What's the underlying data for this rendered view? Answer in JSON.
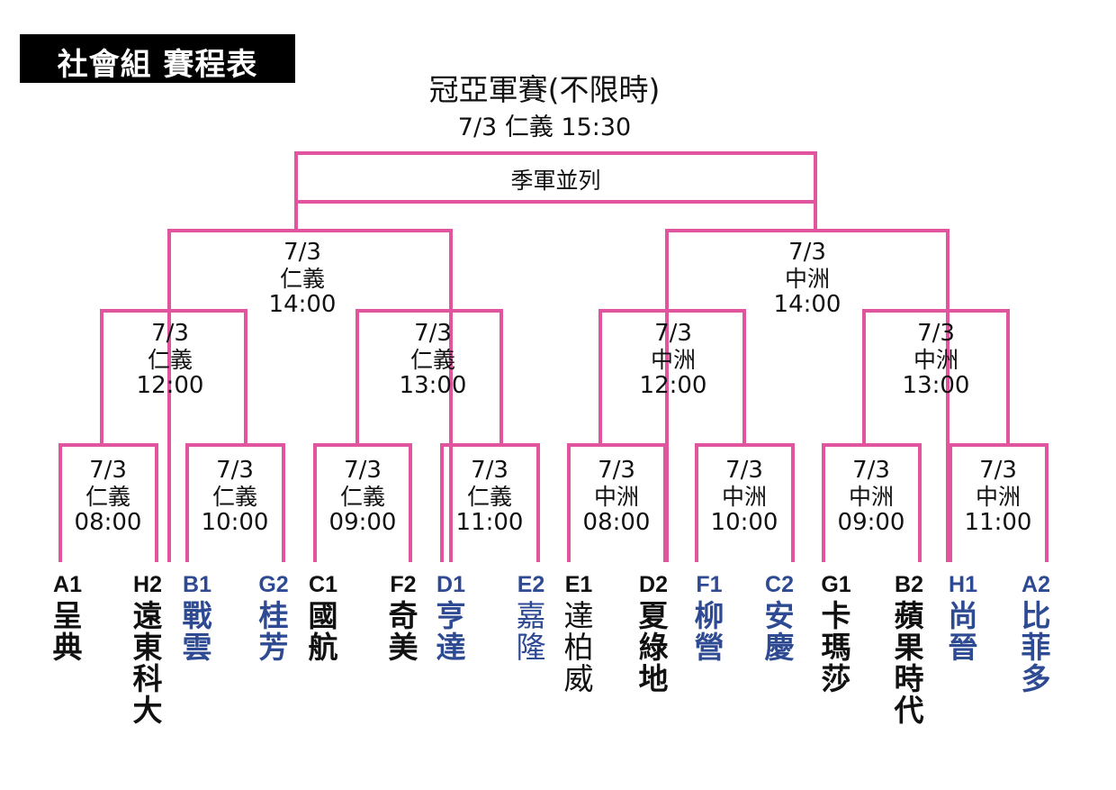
{
  "header": {
    "title": "社會組 賽程表"
  },
  "final": {
    "title": "冠亞軍賽(不限時)",
    "when": "7/3 仁義 15:30",
    "third_place": "季軍並列"
  },
  "semifinals": [
    {
      "date": "7/3",
      "venue": "仁義",
      "time": "14:00"
    },
    {
      "date": "7/3",
      "venue": "中洲",
      "time": "14:00"
    }
  ],
  "quarterfinals": [
    {
      "date": "7/3",
      "venue": "仁義",
      "time": "12:00"
    },
    {
      "date": "7/3",
      "venue": "仁義",
      "time": "13:00"
    },
    {
      "date": "7/3",
      "venue": "中洲",
      "time": "12:00"
    },
    {
      "date": "7/3",
      "venue": "中洲",
      "time": "13:00"
    }
  ],
  "first_round": [
    {
      "date": "7/3",
      "venue": "仁義",
      "time": "08:00"
    },
    {
      "date": "7/3",
      "venue": "仁義",
      "time": "10:00"
    },
    {
      "date": "7/3",
      "venue": "仁義",
      "time": "09:00"
    },
    {
      "date": "7/3",
      "venue": "仁義",
      "time": "11:00"
    },
    {
      "date": "7/3",
      "venue": "中洲",
      "time": "08:00"
    },
    {
      "date": "7/3",
      "venue": "中洲",
      "time": "10:00"
    },
    {
      "date": "7/3",
      "venue": "中洲",
      "time": "09:00"
    },
    {
      "date": "7/3",
      "venue": "中洲",
      "time": "11:00"
    }
  ],
  "teams": [
    {
      "code": "A1",
      "name": "呈典",
      "color": "#111111"
    },
    {
      "code": "H2",
      "name": "遠東科大",
      "color": "#111111"
    },
    {
      "code": "B1",
      "name": "戰雲",
      "color": "#2e4a93"
    },
    {
      "code": "G2",
      "name": "桂芳",
      "color": "#2e4a93"
    },
    {
      "code": "C1",
      "name": "國航",
      "color": "#111111"
    },
    {
      "code": "F2",
      "name": "奇美",
      "color": "#111111"
    },
    {
      "code": "D1",
      "name": "亨達",
      "color": "#2e4a93"
    },
    {
      "code": "E2",
      "name": "嘉隆",
      "color": "#2e4a93"
    },
    {
      "code": "E1",
      "name": "達柏威",
      "color": "#111111"
    },
    {
      "code": "D2",
      "name": "夏綠地",
      "color": "#111111"
    },
    {
      "code": "F1",
      "name": "柳營",
      "color": "#2e4a93"
    },
    {
      "code": "C2",
      "name": "安慶",
      "color": "#2e4a93"
    },
    {
      "code": "G1",
      "name": "卡瑪莎",
      "color": "#111111"
    },
    {
      "code": "B2",
      "name": "蘋果時代",
      "color": "#111111"
    },
    {
      "code": "H1",
      "name": "尚晉",
      "color": "#2e4a93"
    },
    {
      "code": "A2",
      "name": "比菲多",
      "color": "#2e4a93"
    }
  ],
  "colors": {
    "bracket_line": "#e0559e",
    "team_black": "#111111",
    "team_blue": "#2e4a93"
  }
}
